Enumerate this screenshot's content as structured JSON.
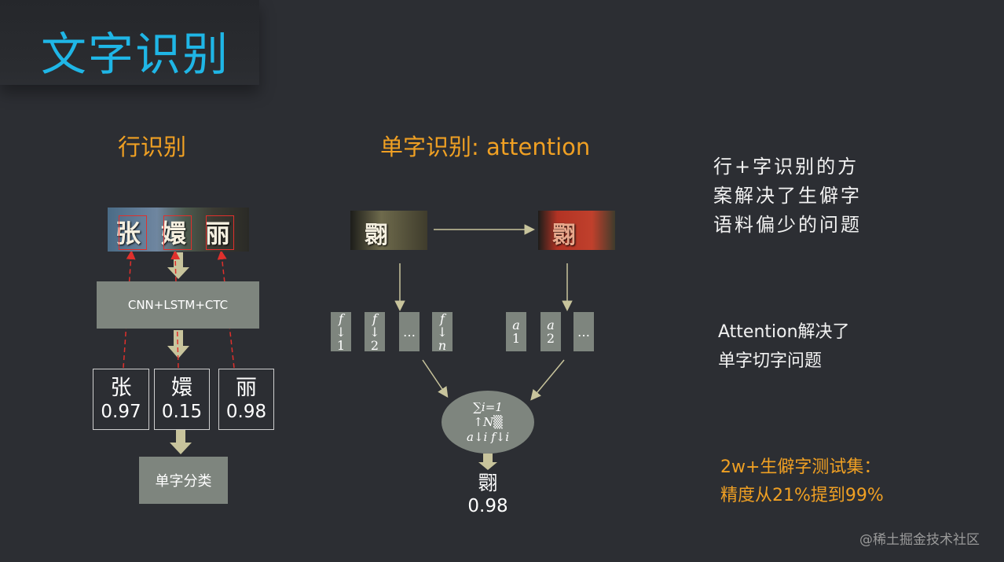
{
  "title": "文字识别",
  "line_recognition": {
    "heading": "行识别",
    "strip_chars": [
      "张",
      "嬛",
      "丽"
    ],
    "model_label": "CNN+LSTM+CTC",
    "candidates": [
      {
        "char": "张",
        "score": "0.97"
      },
      {
        "char": "嬛",
        "score": "0.15"
      },
      {
        "char": "丽",
        "score": "0.98"
      }
    ],
    "classifier_label": "单字分类"
  },
  "char_recognition": {
    "heading": "单字识别: attention",
    "strip_left": "翾",
    "strip_right": "翾",
    "features": [
      {
        "sym": "f",
        "arrow": "↓",
        "idx": "1"
      },
      {
        "sym": "f",
        "arrow": "↓",
        "idx": "2"
      },
      {
        "sym": "",
        "arrow": "…",
        "idx": ""
      },
      {
        "sym": "f",
        "arrow": "↓",
        "idx": "n"
      }
    ],
    "attentions": [
      {
        "sym": "a",
        "idx": "1"
      },
      {
        "sym": "a",
        "idx": "2"
      },
      {
        "sym": "",
        "idx": "…"
      }
    ],
    "formula_lines": [
      "∑i=1",
      "↑N▒",
      "a↓i f↓i"
    ],
    "result_char": "翾",
    "result_score": "0.98"
  },
  "notes": {
    "note1": [
      "行+字识别的方",
      "案解决了生僻字",
      "语料偏少的问题"
    ],
    "note2": [
      "Attention解决了",
      "单字切字问题"
    ],
    "note3": [
      "2w+生僻字测试集：",
      "精度从21%提到99%"
    ]
  },
  "watermark": "@稀土掘金技术社区",
  "colors": {
    "background": "#2c2e33",
    "title": "#1fb6e6",
    "accent_orange": "#f0a023",
    "box_gray": "#7e857e",
    "arrow_khaki": "#c8c49c",
    "dashed_red": "#e0302c"
  }
}
